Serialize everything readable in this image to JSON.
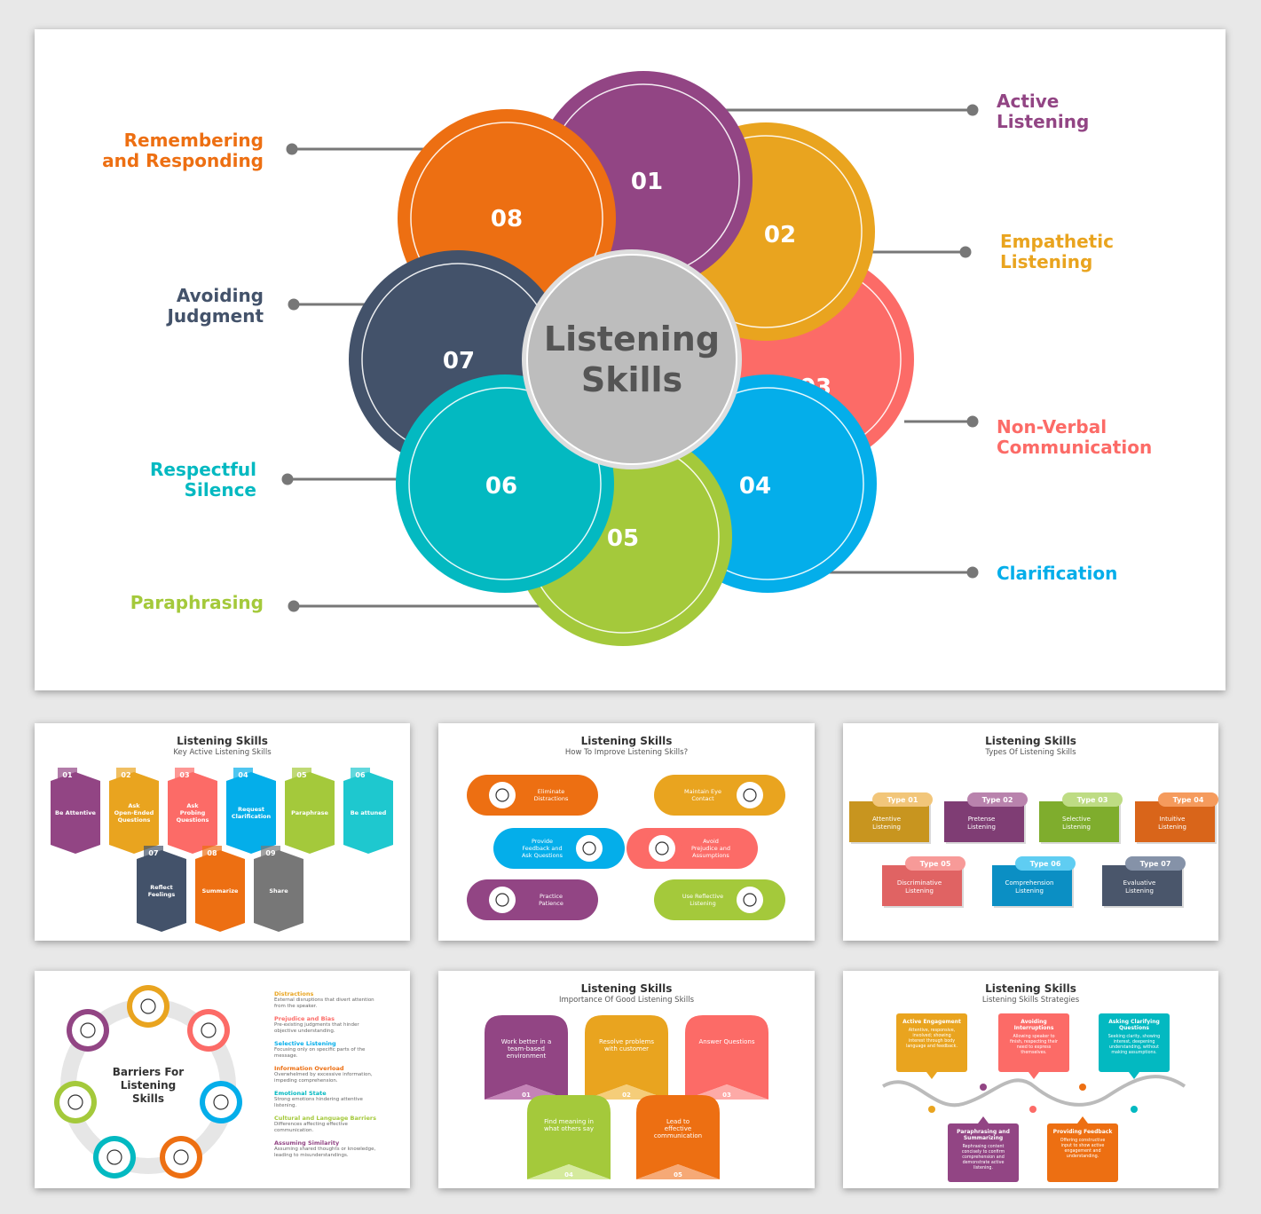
{
  "main": {
    "center": {
      "line1": "Listening",
      "line2": "Skills"
    },
    "petals": [
      {
        "num": "01",
        "label1": "Active",
        "label2": "Listening",
        "color": "#924584"
      },
      {
        "num": "02",
        "label1": "Empathetic",
        "label2": "Listening",
        "color": "#e9a41f"
      },
      {
        "num": "03",
        "label1": "Non-Verbal",
        "label2": "Communication",
        "color": "#fc6b67"
      },
      {
        "num": "04",
        "label1": "Clarification",
        "label2": "",
        "color": "#04aeea"
      },
      {
        "num": "05",
        "label1": "Paraphrasing",
        "label2": "",
        "color": "#a4c93b"
      },
      {
        "num": "06",
        "label1": "Respectful",
        "label2": "Silence",
        "color": "#03b9c1"
      },
      {
        "num": "07",
        "label1": "Avoiding",
        "label2": "Judgment",
        "color": "#43526a"
      },
      {
        "num": "08",
        "label1": "Remembering",
        "label2": "and Responding",
        "color": "#ed6f12"
      }
    ]
  },
  "thumb1": {
    "title": "Listening Skills",
    "subtitle": "Key Active Listening Skills",
    "items": [
      {
        "num": "01",
        "label": "Be Attentive",
        "color": "#924584"
      },
      {
        "num": "02",
        "label": "Ask Open-Ended Questions",
        "color": "#e9a41f"
      },
      {
        "num": "03",
        "label": "Ask Probing Questions",
        "color": "#fc6b67"
      },
      {
        "num": "04",
        "label": "Request Clarification",
        "color": "#04aeea"
      },
      {
        "num": "05",
        "label": "Paraphrase",
        "color": "#a4c93b"
      },
      {
        "num": "06",
        "label": "Be attuned",
        "color": "#1ec8cf"
      },
      {
        "num": "07",
        "label": "Reflect Feelings",
        "color": "#43526a"
      },
      {
        "num": "08",
        "label": "Summarize",
        "color": "#ed6f12"
      },
      {
        "num": "09",
        "label": "Share",
        "color": "#777777"
      }
    ]
  },
  "thumb2": {
    "title": "Listening Skills",
    "subtitle": "How To Improve Listening Skills?",
    "items": [
      {
        "label": "Eliminate Distractions",
        "color": "#ed6f12"
      },
      {
        "label": "Maintain Eye Contact",
        "color": "#e9a41f"
      },
      {
        "label": "Provide Feedback and Ask Questions",
        "color": "#04aeea"
      },
      {
        "label": "Avoid Prejudice and Assumptions",
        "color": "#fc6b67"
      },
      {
        "label": "Practice Patience",
        "color": "#924584"
      },
      {
        "label": "Use Reflective Listening",
        "color": "#a4c93b"
      }
    ]
  },
  "thumb3": {
    "title": "Listening Skills",
    "subtitle": "Types Of Listening Skills",
    "items": [
      {
        "type": "Type 01",
        "label": "Attentive Listening",
        "color": "#c8951f"
      },
      {
        "type": "Type 02",
        "label": "Pretense Listening",
        "color": "#7f3d74"
      },
      {
        "type": "Type 03",
        "label": "Selective Listening",
        "color": "#7fad2d"
      },
      {
        "type": "Type 04",
        "label": "Intuitive Listening",
        "color": "#d9651a"
      },
      {
        "type": "Type 05",
        "label": "Discriminative Listening",
        "color": "#e06363"
      },
      {
        "type": "Type 06",
        "label": "Comprehension Listening",
        "color": "#0b8fc4"
      },
      {
        "type": "Type 07",
        "label": "Evaluative Listening",
        "color": "#4a566b"
      }
    ]
  },
  "thumb4": {
    "center": "Barriers For Listening Skills",
    "barriers": [
      {
        "title": "Distractions",
        "desc": "External disruptions that divert attention from the speaker.",
        "color": "#e9a41f"
      },
      {
        "title": "Prejudice and Bias",
        "desc": "Pre-existing judgments that hinder objective understanding.",
        "color": "#fc6b67"
      },
      {
        "title": "Selective Listening",
        "desc": "Focusing only on specific parts of the message.",
        "color": "#04aeea"
      },
      {
        "title": "Information Overload",
        "desc": "Overwhelmed by excessive information, impeding comprehension.",
        "color": "#ed6f12"
      },
      {
        "title": "Emotional State",
        "desc": "Strong emotions hindering attentive listening.",
        "color": "#03b9c1"
      },
      {
        "title": "Cultural and Language Barriers",
        "desc": "Differences affecting effective communication.",
        "color": "#a4c93b"
      },
      {
        "title": "Assuming Similarity",
        "desc": "Assuming shared thoughts or knowledge, leading to misunderstandings.",
        "color": "#924584"
      }
    ]
  },
  "thumb5": {
    "title": "Listening Skills",
    "subtitle": "Importance Of Good Listening Skills",
    "items": [
      {
        "num": "01",
        "label": "Work better in a team-based environment",
        "color": "#924584"
      },
      {
        "num": "02",
        "label": "Resolve problems with customer",
        "color": "#e9a41f"
      },
      {
        "num": "03",
        "label": "Answer Questions",
        "color": "#fc6b67"
      },
      {
        "num": "04",
        "label": "Find meaning in what others say",
        "color": "#a4c93b"
      },
      {
        "num": "05",
        "label": "Lead to effective communication",
        "color": "#ed6f12"
      }
    ]
  },
  "thumb6": {
    "title": "Listening Skills",
    "subtitle": "Listening Skills Strategies",
    "items": [
      {
        "title": "Active Engagement",
        "desc": "Attentive, responsive, involved; showing interest through body language and feedback.",
        "color": "#e9a41f"
      },
      {
        "title": "Avoiding Interruptions",
        "desc": "Allowing speaker to finish, respecting their need to express themselves.",
        "color": "#fc6b67"
      },
      {
        "title": "Asking Clarifying Questions",
        "desc": "Seeking clarity, showing interest, deepening understanding, without making assumptions.",
        "color": "#03b9c1"
      },
      {
        "title": "Paraphrasing and Summarizing",
        "desc": "Rephrasing content concisely to confirm comprehension and demonstrate active listening.",
        "color": "#924584"
      },
      {
        "title": "Providing Feedback",
        "desc": "Offering constructive input to show active engagement and understanding.",
        "color": "#ed6f12"
      }
    ]
  }
}
